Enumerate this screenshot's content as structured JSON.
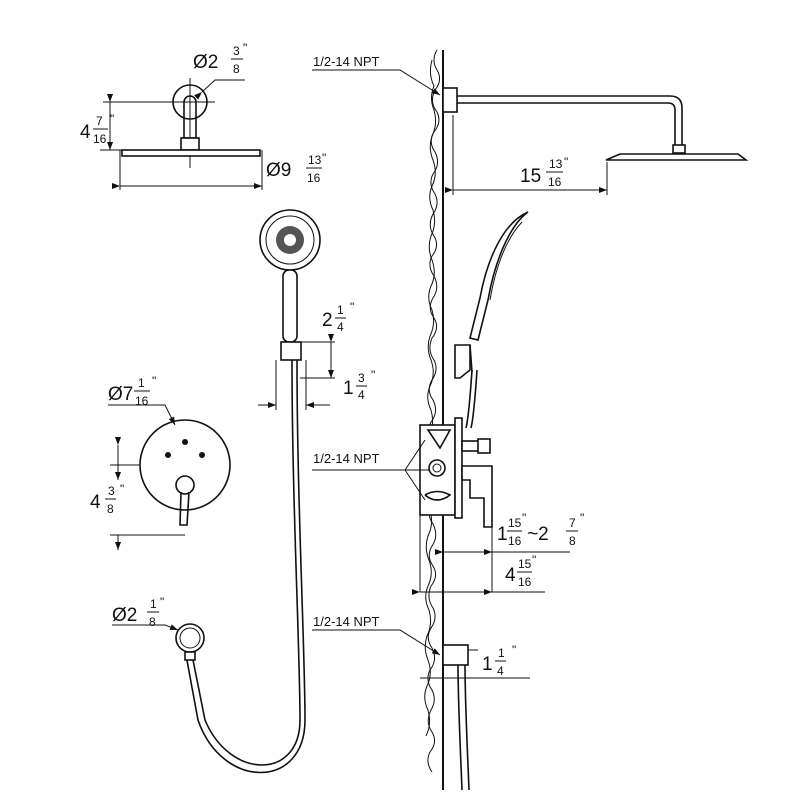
{
  "colors": {
    "line": "#111111",
    "background": "#ffffff"
  },
  "npt_label": "1/2-14 NPT",
  "inch": "\"",
  "dims": {
    "arm_flange": {
      "prefix": "Ø",
      "whole": "2",
      "num": "3",
      "den": "8"
    },
    "arm_drop": {
      "prefix": "",
      "whole": "4",
      "num": "7",
      "den": "16"
    },
    "rain_head": {
      "prefix": "Ø",
      "whole": "9",
      "num": "13",
      "den": "16"
    },
    "arm_reach": {
      "prefix": "",
      "whole": "15",
      "num": "13",
      "den": "16"
    },
    "holder_height": {
      "prefix": "",
      "whole": "2",
      "num": "1",
      "den": "4"
    },
    "holder_width": {
      "prefix": "",
      "whole": "1",
      "num": "3",
      "den": "4"
    },
    "trim_plate": {
      "prefix": "Ø",
      "whole": "7",
      "num": "1",
      "den": "16"
    },
    "trim_offset": {
      "prefix": "",
      "whole": "4",
      "num": "3",
      "den": "8"
    },
    "valve_depth_range": {
      "whole": "1",
      "num": "15",
      "den": "16",
      "sep": "~",
      "whole2": "2",
      "num2": "7",
      "den2": "8"
    },
    "valve_total": {
      "prefix": "",
      "whole": "4",
      "num": "15",
      "den": "16"
    },
    "outlet_flange": {
      "prefix": "Ø",
      "whole": "2",
      "num": "1",
      "den": "8"
    },
    "outlet_depth": {
      "prefix": "",
      "whole": "1",
      "num": "1",
      "den": "4"
    }
  }
}
